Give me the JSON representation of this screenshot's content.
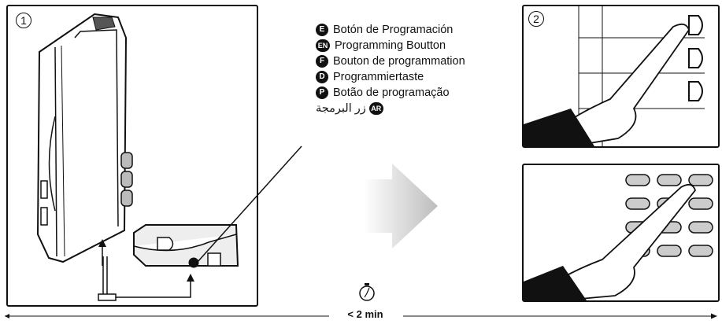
{
  "steps": {
    "step1": "1",
    "step2": "2"
  },
  "legend": [
    {
      "badge": "E",
      "label": "Botón de Programación"
    },
    {
      "badge": "EN",
      "label": "Programming Boutton"
    },
    {
      "badge": "F",
      "label": "Bouton de programmation"
    },
    {
      "badge": "D",
      "label": "Programmiertaste"
    },
    {
      "badge": "P",
      "label": "Botão de programação"
    },
    {
      "badge": "AR",
      "label": "زر البرمجة"
    }
  ],
  "duration": "< 2 min",
  "icons": [
    "clock-icon",
    "arrow-icon",
    "hand-icon",
    "tool-icon"
  ]
}
